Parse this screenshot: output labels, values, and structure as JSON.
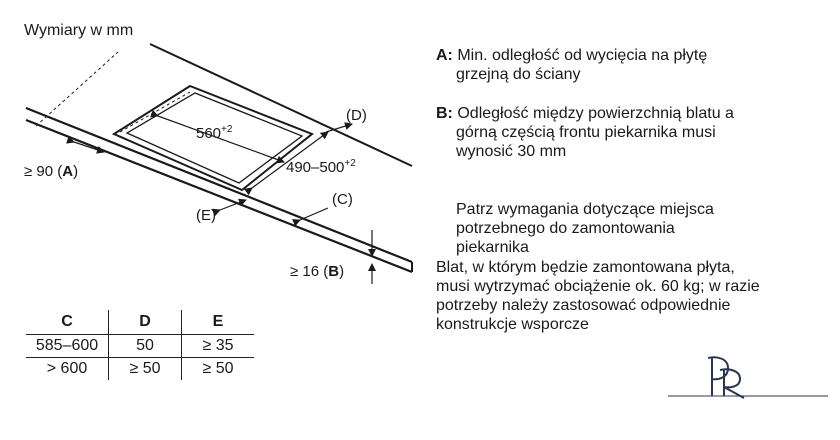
{
  "title": "Wymiary w mm",
  "notes": {
    "a_label": "A:",
    "a_line1": "Min. odległość od wycięcia na płytę",
    "a_line2": "grzejną do ściany",
    "b_label": "B:",
    "b_line1": "Odległość między powierzchnią blatu a",
    "b_line2": "górną częścią frontu piekarnika musi",
    "b_line3": "wynosić 30 mm",
    "oven_line1": "Patrz wymagania dotyczące miejsca",
    "oven_line2": "potrzebnego do zamontowania",
    "oven_line3": "piekarnika",
    "worktop_line1": "Blat, w którym będzie zamontowana płyta,",
    "worktop_line2": "musi wytrzymać obciążenie ok. 60 kg; w razie",
    "worktop_line3": "potrzeby należy zastosować odpowiednie",
    "worktop_line4": "konstrukcje wsporcze"
  },
  "diagram": {
    "width_label": "560",
    "width_tol": "+2",
    "depth_label": "490–500",
    "depth_tol": "+2",
    "label_d": "(D)",
    "label_c": "(C)",
    "label_e": "(E)",
    "label_a_prefix": "≥ 90 (",
    "label_a_letter": "A",
    "label_a_suffix": ")",
    "label_b_prefix": "≥ 16 (",
    "label_b_letter": "B",
    "label_b_suffix": ")"
  },
  "table": {
    "headers": [
      "C",
      "D",
      "E"
    ],
    "rows": [
      [
        "585–600",
        "50",
        "≥ 35"
      ],
      [
        "> 600",
        "≥ 50",
        "≥ 50"
      ]
    ]
  },
  "logo": {
    "text": "PR"
  },
  "colors": {
    "ink": "#1a1a1a",
    "background": "#ffffff"
  }
}
